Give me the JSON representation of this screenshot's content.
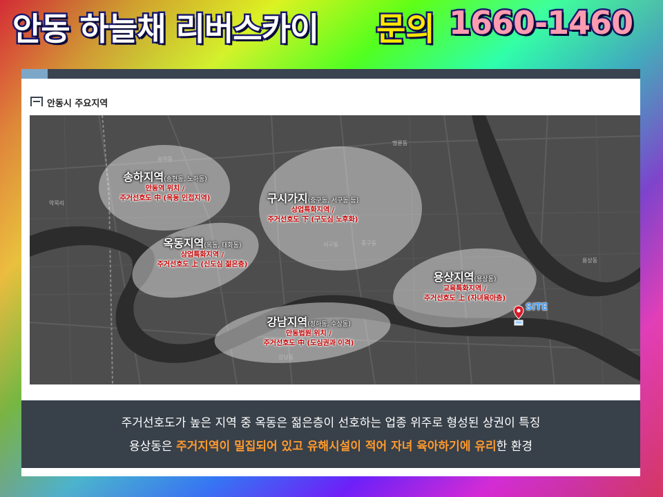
{
  "banner": {
    "title": "안동 하늘채 리버스카이",
    "inquiry": "문의",
    "phone": "1660-1460"
  },
  "section": {
    "title": "안동시 주요지역"
  },
  "map_labels": [
    "송하동",
    "명륜동",
    "악목리",
    "서구동",
    "중구동",
    "용상동",
    "강남동"
  ],
  "regions": [
    {
      "name": "송하지역",
      "sub": "(송현동, 노하동)",
      "desc1": "안동역 위치 /",
      "desc2": "주거선호도 中 (옥동 인접지역)"
    },
    {
      "name": "구시가지",
      "sub": "(중구동, 서구동 등)",
      "desc1": "상업특화지역 /",
      "desc2": "주거선호도 下 (구도심 노후화)"
    },
    {
      "name": "옥동지역",
      "sub": "(옥동, 태화동)",
      "desc1": "상업특화지역 /",
      "desc2": "주거선호도 上 (신도심 젊은층)"
    },
    {
      "name": "용상지역",
      "sub": "(용상동)",
      "desc1": "교육특화지역 /",
      "desc2": "주거선호도 上 (자녀육아층)"
    },
    {
      "name": "강남지역",
      "sub": "(정하동, 수상동)",
      "desc1": "안동법원 위치 /",
      "desc2": "주거선호도 中 (도심권과 이격)"
    }
  ],
  "site": {
    "label": "SITE",
    "color": "#4aa3ff",
    "pin_color": "#d81b2a"
  },
  "footer": {
    "line1": "주거선호도가 높은 지역 중 옥동은 젊은층이 선호하는 업종 위주로 형성된 상권이 특징",
    "line2_pre": "용상동은 ",
    "line2_highlight1": "주거지역이 밀집되어 있고 유해시설이 적어 자녀 육아하기에 유리",
    "line2_post": "한 환경"
  },
  "colors": {
    "accent": "#ff9a2e",
    "desc_red": "#c40000",
    "panel": "#384049"
  }
}
